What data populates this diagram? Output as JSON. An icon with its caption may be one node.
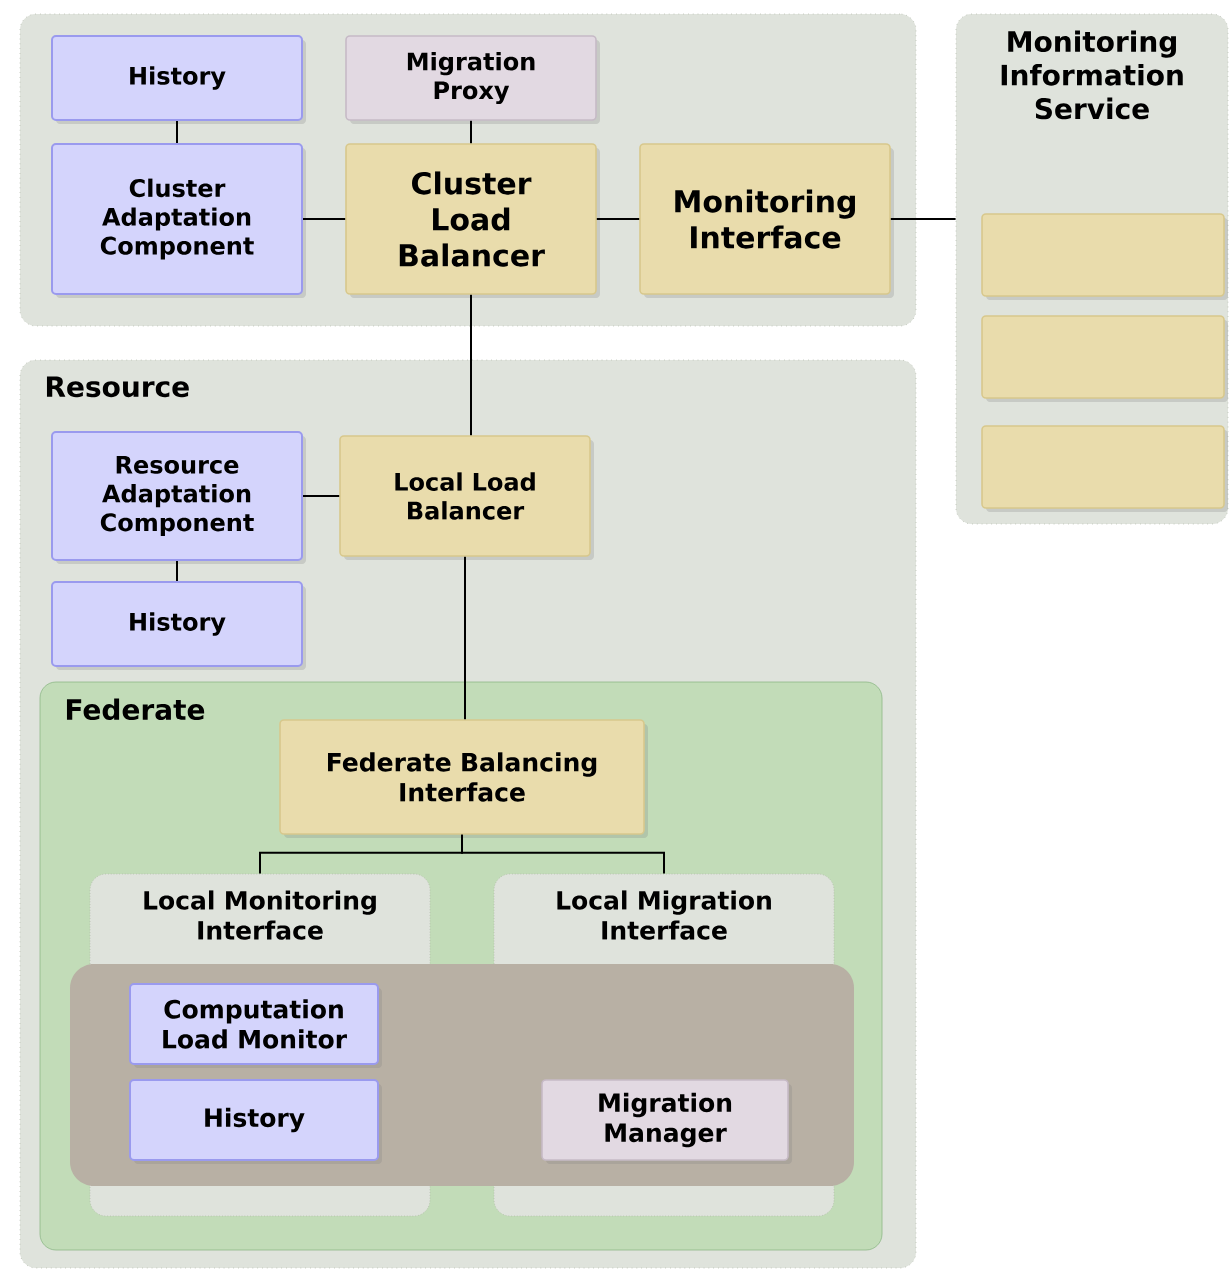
{
  "diagram": {
    "nodes": [
      {
        "text": [],
        "shape": "box"
      },
      {
        "text": [
          "History"
        ],
        "in": 0
      },
      {
        "text": [
          "Migration Proxy"
        ],
        "in": 0
      },
      {
        "text": [
          "Cluster Adaptation Component"
        ],
        "in": 0
      },
      {
        "text": [
          "Cluster Load Balancer"
        ],
        "in": 0
      },
      {
        "text": [
          "Monitoring Interface"
        ],
        "in": 0
      },
      {
        "text": [
          "Monitoring Information Service"
        ]
      },
      {
        "text": [],
        "shape": "box",
        "in": 6
      },
      {
        "text": [],
        "shape": "box",
        "in": 6
      },
      {
        "text": [],
        "shape": "box",
        "in": 6
      },
      {
        "text": [
          "Resource"
        ]
      },
      {
        "text": [
          "Resource Adaptation Component"
        ],
        "in": 10
      },
      {
        "text": [
          "Local Load Balancer"
        ],
        "in": 10
      },
      {
        "text": [
          "History"
        ],
        "in": 10
      },
      {
        "text": [
          "Federate"
        ],
        "in": 10
      },
      {
        "text": [
          "Federate Balancing Interface"
        ],
        "in": 14
      },
      {
        "text": [
          "Local Monitoring Interface"
        ],
        "in": 14
      },
      {
        "text": [
          "Local Migration Interface"
        ],
        "in": 14
      },
      {
        "text": [],
        "shape": "box",
        "in": 14
      },
      {
        "text": [
          "Computation Load Monitor"
        ]
      },
      {
        "text": [
          "History"
        ]
      },
      {
        "text": [
          "Migration Manager"
        ]
      }
    ],
    "edges": [
      {
        "from": 1,
        "to": 3,
        "arrow": "none"
      },
      {
        "from": 2,
        "to": 4,
        "arrow": "none"
      },
      {
        "from": 3,
        "to": 4,
        "arrow": "none"
      },
      {
        "from": 4,
        "to": 5,
        "arrow": "none"
      },
      {
        "from": 5,
        "to": 6,
        "arrow": "none"
      },
      {
        "from": 4,
        "to": 12,
        "arrow": "none"
      },
      {
        "from": 11,
        "to": 12,
        "arrow": "none"
      },
      {
        "from": 11,
        "to": 13,
        "arrow": "none"
      },
      {
        "from": 12,
        "to": 15,
        "arrow": "none"
      },
      {
        "from": 15,
        "to": 16,
        "arrow": "none"
      },
      {
        "from": 15,
        "to": 17,
        "arrow": "none"
      }
    ]
  }
}
